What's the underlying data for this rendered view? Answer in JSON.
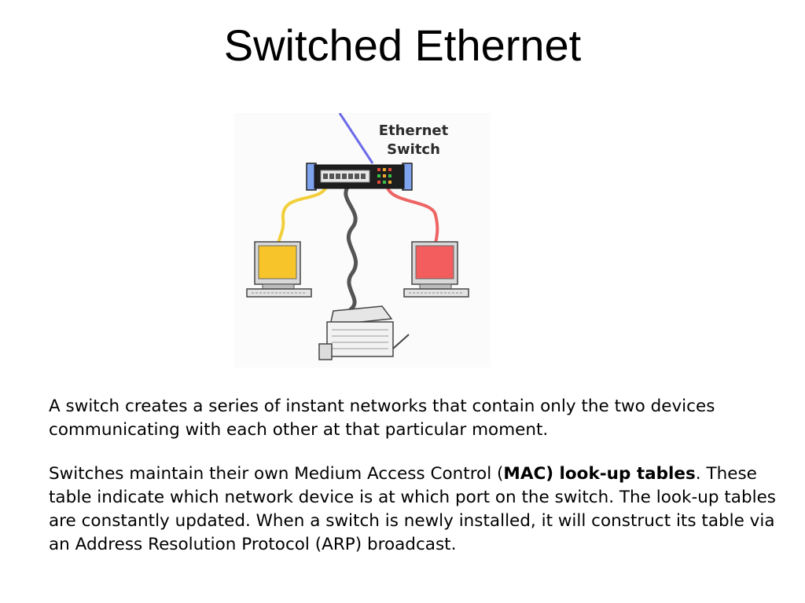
{
  "slide": {
    "title": "Switched Ethernet"
  },
  "illustration": {
    "label_line1": "Ethernet",
    "label_line2": "Switch",
    "colors": {
      "uplink_cable": "#6b6be8",
      "yellow_cable": "#f2cf3a",
      "red_cable": "#ee6464",
      "grey_cable": "#555555",
      "yellow_monitor": "#f7c52a",
      "red_monitor": "#f35d5d",
      "switch_side": "#7fa4ef"
    },
    "devices": [
      "switch-icon",
      "computer-icon",
      "computer-icon",
      "printer-icon"
    ]
  },
  "body": {
    "para1": "A switch creates a series of instant networks that contain only the two devices communicating with each other at that particular moment.",
    "para2_lead": "Switches maintain their own Medium Access Control (",
    "para2_bold": "MAC) look-up tables",
    "para2_rest": ". These table indicate which network device is at which port on the switch. The look-up tables are constantly updated. When a switch is newly installed, it will construct its table via an Address Resolution Protocol (ARP) broadcast."
  }
}
